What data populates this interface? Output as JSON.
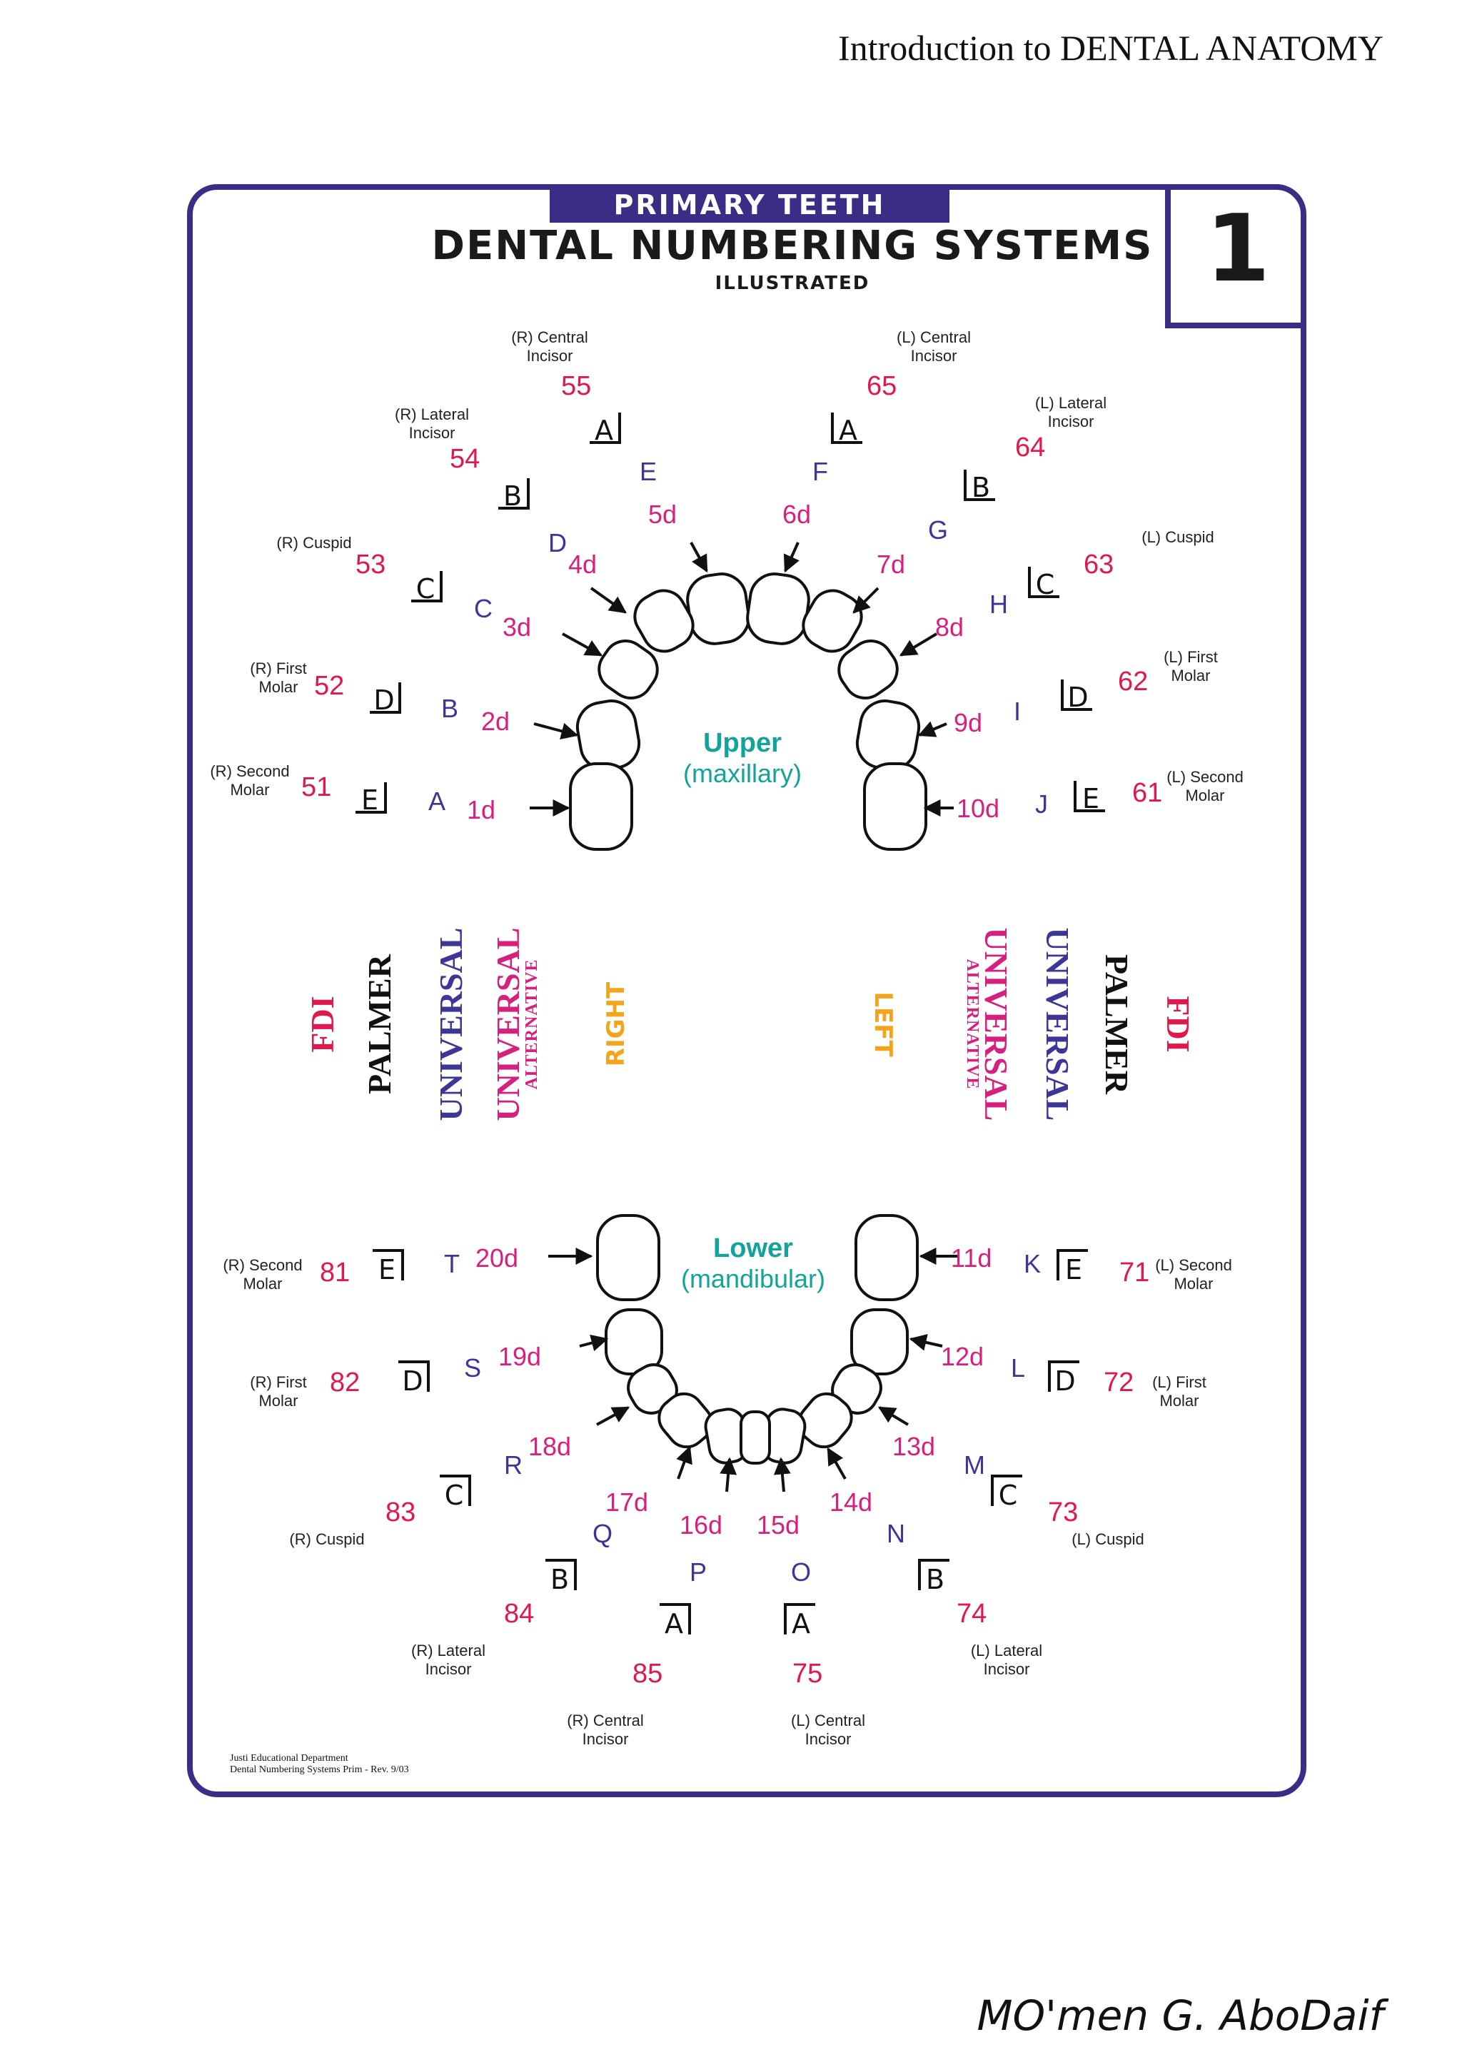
{
  "header": {
    "text": "Introduction to DENTAL ANATOMY"
  },
  "banner": {
    "text": "PRIMARY TEETH"
  },
  "title": {
    "main": "DENTAL NUMBERING SYSTEMS",
    "sub": "ILLUSTRATED"
  },
  "chart_number": "1",
  "upper_jaw": {
    "label": "Upper",
    "sublabel": "(maxillary)"
  },
  "lower_jaw": {
    "label": "Lower",
    "sublabel": "(mandibular)"
  },
  "legend": {
    "right_side": {
      "fdi": "FDI",
      "palmer": "PALMER",
      "universal": "UNIVERSAL",
      "universal_alt": "UNIVERSAL",
      "alt_sub": "ALTERNATIVE",
      "side": "RIGHT"
    },
    "left_side": {
      "fdi": "FDI",
      "palmer": "PALMER",
      "universal": "UNIVERSAL",
      "universal_alt": "UNIVERSAL",
      "alt_sub": "ALTERNATIVE",
      "side": "LEFT"
    }
  },
  "upper_teeth": [
    {
      "name": "(R) Central Incisor",
      "fdi": "55",
      "palmer": "A",
      "universal": "E",
      "alt": "5d"
    },
    {
      "name": "(R) Lateral Incisor",
      "fdi": "54",
      "palmer": "B",
      "universal": "D",
      "alt": "4d"
    },
    {
      "name": "(R) Cuspid",
      "fdi": "53",
      "palmer": "C",
      "universal": "C",
      "alt": "3d"
    },
    {
      "name": "(R) First Molar",
      "fdi": "52",
      "palmer": "D",
      "universal": "B",
      "alt": "2d"
    },
    {
      "name": "(R) Second Molar",
      "fdi": "51",
      "palmer": "E",
      "universal": "A",
      "alt": "1d"
    },
    {
      "name": "(L) Central Incisor",
      "fdi": "65",
      "palmer": "A",
      "universal": "F",
      "alt": "6d"
    },
    {
      "name": "(L) Lateral Incisor",
      "fdi": "64",
      "palmer": "B",
      "universal": "G",
      "alt": "7d"
    },
    {
      "name": "(L) Cuspid",
      "fdi": "63",
      "palmer": "C",
      "universal": "H",
      "alt": "8d"
    },
    {
      "name": "(L) First Molar",
      "fdi": "62",
      "palmer": "D",
      "universal": "I",
      "alt": "9d"
    },
    {
      "name": "(L) Second Molar",
      "fdi": "61",
      "palmer": "E",
      "universal": "J",
      "alt": "10d"
    }
  ],
  "lower_teeth": [
    {
      "name": "(R) Second Molar",
      "fdi": "81",
      "palmer": "E",
      "universal": "T",
      "alt": "20d"
    },
    {
      "name": "(R) First Molar",
      "fdi": "82",
      "palmer": "D",
      "universal": "S",
      "alt": "19d"
    },
    {
      "name": "(R) Cuspid",
      "fdi": "83",
      "palmer": "C",
      "universal": "R",
      "alt": "18d"
    },
    {
      "name": "(R) Lateral Incisor",
      "fdi": "84",
      "palmer": "B",
      "universal": "Q",
      "alt": "17d"
    },
    {
      "name": "(R) Central Incisor",
      "fdi": "85",
      "palmer": "A",
      "universal": "P",
      "alt": "16d"
    },
    {
      "name": "(L) Central Incisor",
      "fdi": "75",
      "palmer": "A",
      "universal": "O",
      "alt": "15d"
    },
    {
      "name": "(L) Lateral Incisor",
      "fdi": "74",
      "palmer": "B",
      "universal": "N",
      "alt": "14d"
    },
    {
      "name": "(L) Cuspid",
      "fdi": "73",
      "palmer": "C",
      "universal": "M",
      "alt": "13d"
    },
    {
      "name": "(L) First Molar",
      "fdi": "72",
      "palmer": "D",
      "universal": "L",
      "alt": "12d"
    },
    {
      "name": "(L) Second Molar",
      "fdi": "71",
      "palmer": "E",
      "universal": "K",
      "alt": "11d"
    }
  ],
  "footnote": {
    "line1": "Justi Educational Department",
    "line2": "Dental Numbering Systems Prim - Rev. 9/03"
  },
  "signature": "MO'men G. AboDaif",
  "colors": {
    "frame": "#3b2d86",
    "fdi": "#e0184b",
    "universal": "#3e3696",
    "universal_alt": "#d6207f",
    "side_label": "#f2a51a",
    "jaw_label": "#12a39a"
  }
}
